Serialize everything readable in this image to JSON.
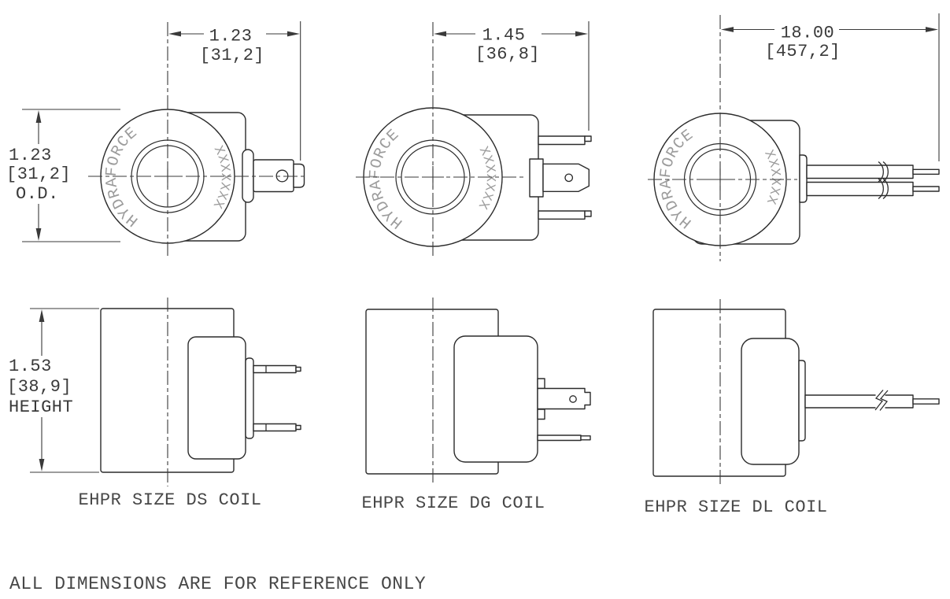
{
  "drawing": {
    "brand": "HYDRAFORCE",
    "marking": "XXXXXXX",
    "note": "ALL DIMENSIONS ARE FOR REFERENCE ONLY",
    "views": {
      "ds": {
        "label": "EHPR SIZE DS COIL",
        "width_dim": [
          "1.23",
          "[31,2]"
        ],
        "od_dim": [
          "1.23",
          "[31,2]",
          "O.D."
        ],
        "height_dim": [
          "1.53",
          "[38,9]",
          "HEIGHT"
        ]
      },
      "dg": {
        "label": "EHPR SIZE DG COIL",
        "width_dim": [
          "1.45",
          "[36,8]"
        ]
      },
      "dl": {
        "label": "EHPR SIZE DL COIL",
        "width_dim": [
          "18.00",
          "[457,2]"
        ]
      }
    },
    "colors": {
      "line": "#2b2b2b",
      "dim": "#3a3a3a",
      "muted_text": "#9c9c9c",
      "background": "#ffffff"
    }
  }
}
